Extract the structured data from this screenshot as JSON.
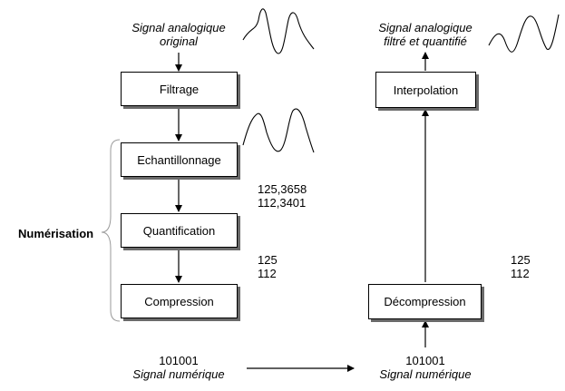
{
  "left_chain": {
    "input_line1": "Signal analogique",
    "input_line2": "original",
    "filtrage": "Filtrage",
    "echantillonnage": "Echantillonnage",
    "quantification": "Quantification",
    "compression": "Compression",
    "output_code": "101001",
    "output_label": "Signal numérique"
  },
  "bracket_label": "Numérisation",
  "sample_values": {
    "raw_1": "125,3658",
    "raw_2": "112,3401",
    "quant_1": "125",
    "quant_2": "112"
  },
  "right_chain": {
    "input_code": "101001",
    "input_label": "Signal numérique",
    "decompression": "Décompression",
    "interpolation": "Interpolation",
    "output_line1": "Signal analogique",
    "output_line2": "filtré et quantifié",
    "values_1": "125",
    "values_2": "112"
  },
  "colors": {
    "stroke": "#000000",
    "box_shadow": "#6a6a6a",
    "bracket": "#999999"
  }
}
